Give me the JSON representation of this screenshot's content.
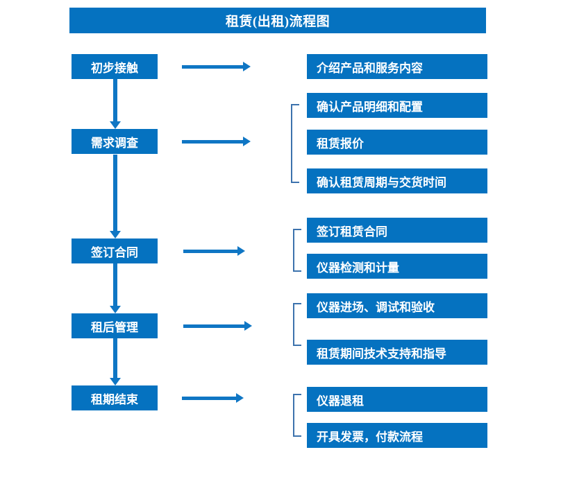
{
  "diagram": {
    "title": "租赁(出租)流程图",
    "theme": {
      "box_fill": "#0572c0",
      "box_text": "#ffffff",
      "arrow": "#0f76c4",
      "bracket": "#3c72ad",
      "background": "#ffffff"
    },
    "stages": [
      {
        "id": "stage-1",
        "label": "初步接触"
      },
      {
        "id": "stage-2",
        "label": "需求调查"
      },
      {
        "id": "stage-3",
        "label": "签订合同"
      },
      {
        "id": "stage-4",
        "label": "租后管理"
      },
      {
        "id": "stage-5",
        "label": "租期结束"
      }
    ],
    "details": [
      {
        "id": "detail-1-1",
        "label": "介绍产品和服务内容"
      },
      {
        "id": "detail-2-1",
        "label": "确认产品明细和配置"
      },
      {
        "id": "detail-2-2",
        "label": "租赁报价"
      },
      {
        "id": "detail-2-3",
        "label": "确认租赁周期与交货时间"
      },
      {
        "id": "detail-3-1",
        "label": "签订租赁合同"
      },
      {
        "id": "detail-3-2",
        "label": "仪器检测和计量"
      },
      {
        "id": "detail-4-1",
        "label": "仪器进场、调试和验收"
      },
      {
        "id": "detail-4-2",
        "label": "租赁期间技术支持和指导"
      },
      {
        "id": "detail-5-1",
        "label": "仪器退租"
      },
      {
        "id": "detail-5-2",
        "label": "开具发票，付款流程"
      }
    ]
  }
}
